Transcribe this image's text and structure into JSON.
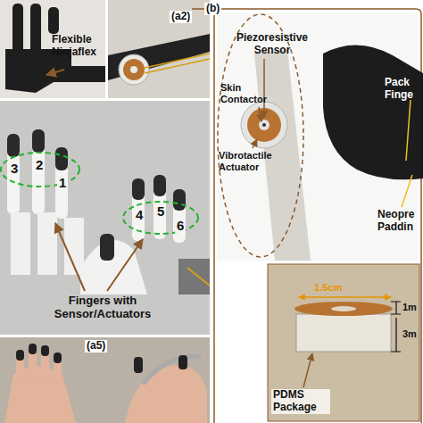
{
  "diagram": {
    "labels": [
      "(b)",
      "Flexible Ninjaflex",
      "(a2)",
      "3",
      "2",
      "1",
      "4",
      "5",
      "6",
      "Fingers with Sensor/Actuators",
      "(a5)",
      "Piezoresistive Sensor",
      "Skin Contactor",
      "Vibrotactile Actuator",
      "Pack Finge",
      "Neopre Paddin",
      "1.5cm",
      "1m",
      "3m",
      "PDMS Package"
    ]
  }
}
